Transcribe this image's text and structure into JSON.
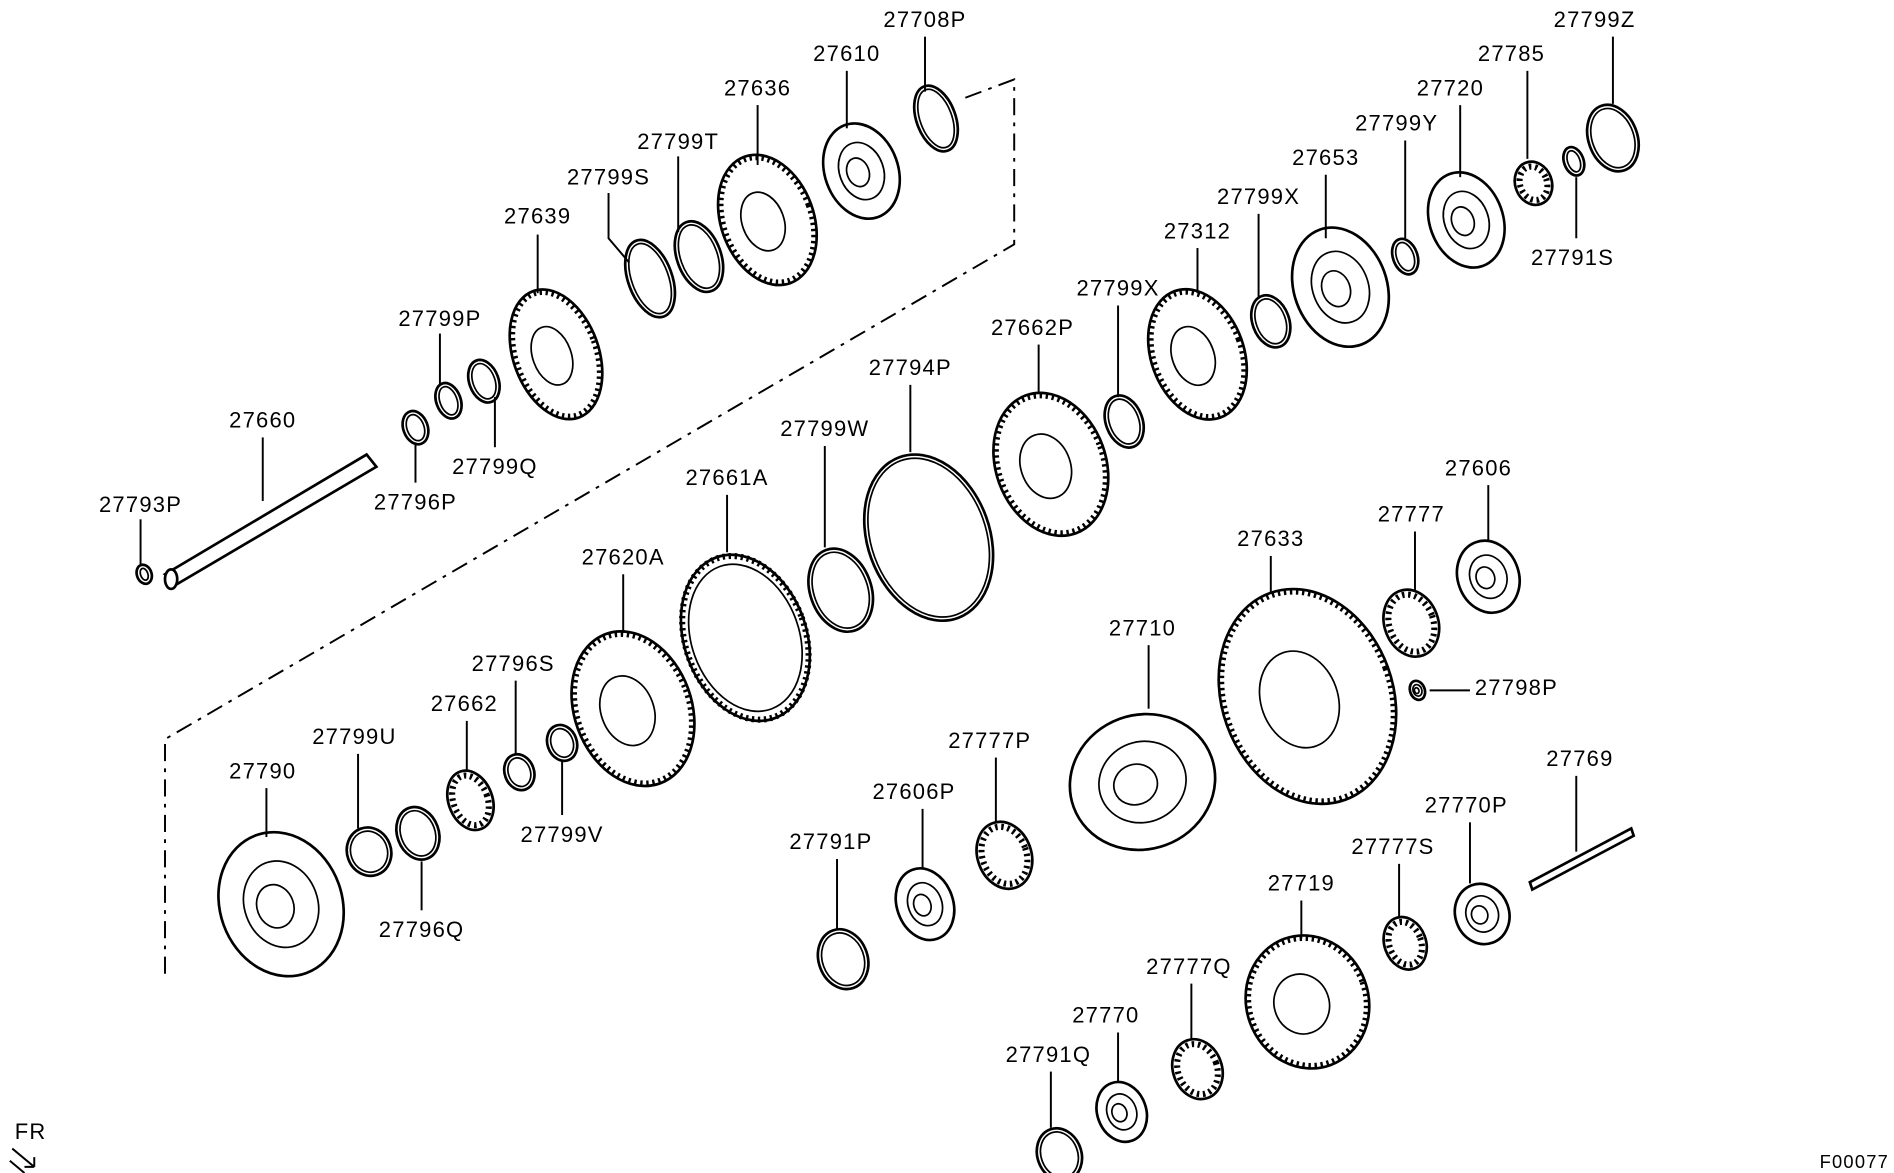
{
  "diagram": {
    "figure_code": "F00077",
    "direction_label": "FR",
    "parts": [
      {
        "no": "27708P"
      },
      {
        "no": "27610"
      },
      {
        "no": "27636"
      },
      {
        "no": "27799T"
      },
      {
        "no": "27799S"
      },
      {
        "no": "27639"
      },
      {
        "no": "27799P"
      },
      {
        "no": "27799Q"
      },
      {
        "no": "27796P"
      },
      {
        "no": "27660"
      },
      {
        "no": "27793P"
      },
      {
        "no": "27799Z"
      },
      {
        "no": "27785"
      },
      {
        "no": "27720"
      },
      {
        "no": "27799Y"
      },
      {
        "no": "27791S"
      },
      {
        "no": "27653"
      },
      {
        "no": "27799X"
      },
      {
        "no": "27312"
      },
      {
        "no": "27799X"
      },
      {
        "no": "27662P"
      },
      {
        "no": "27794P"
      },
      {
        "no": "27799W"
      },
      {
        "no": "27661A"
      },
      {
        "no": "27620A"
      },
      {
        "no": "27796S"
      },
      {
        "no": "27799V"
      },
      {
        "no": "27662"
      },
      {
        "no": "27799U"
      },
      {
        "no": "27796Q"
      },
      {
        "no": "27790"
      },
      {
        "no": "27606"
      },
      {
        "no": "27777"
      },
      {
        "no": "27633"
      },
      {
        "no": "27798P"
      },
      {
        "no": "27710"
      },
      {
        "no": "27777P"
      },
      {
        "no": "27606P"
      },
      {
        "no": "27791P"
      },
      {
        "no": "27769"
      },
      {
        "no": "27770P"
      },
      {
        "no": "27777S"
      },
      {
        "no": "27719"
      },
      {
        "no": "27777Q"
      },
      {
        "no": "27770"
      },
      {
        "no": "27791Q"
      }
    ]
  }
}
